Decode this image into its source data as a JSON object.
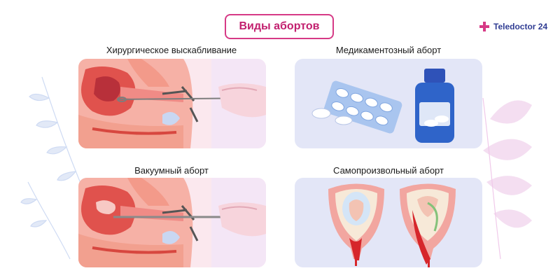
{
  "header": {
    "title": "Виды абортов",
    "brand": "Teledoctor 24",
    "brand_icon": "plus-cross-icon",
    "accent_color": "#d63a86"
  },
  "panels": [
    {
      "caption": "Хирургическое выскабливание",
      "illustration": "surgical-curettage-illustration"
    },
    {
      "caption": "Медикаментозный аборт",
      "illustration": "medication-pills-illustration"
    },
    {
      "caption": "Вакуумный аборт",
      "illustration": "vacuum-aspiration-illustration"
    },
    {
      "caption": "Самопроизвольный аборт",
      "illustration": "spontaneous-miscarriage-illustration"
    }
  ]
}
